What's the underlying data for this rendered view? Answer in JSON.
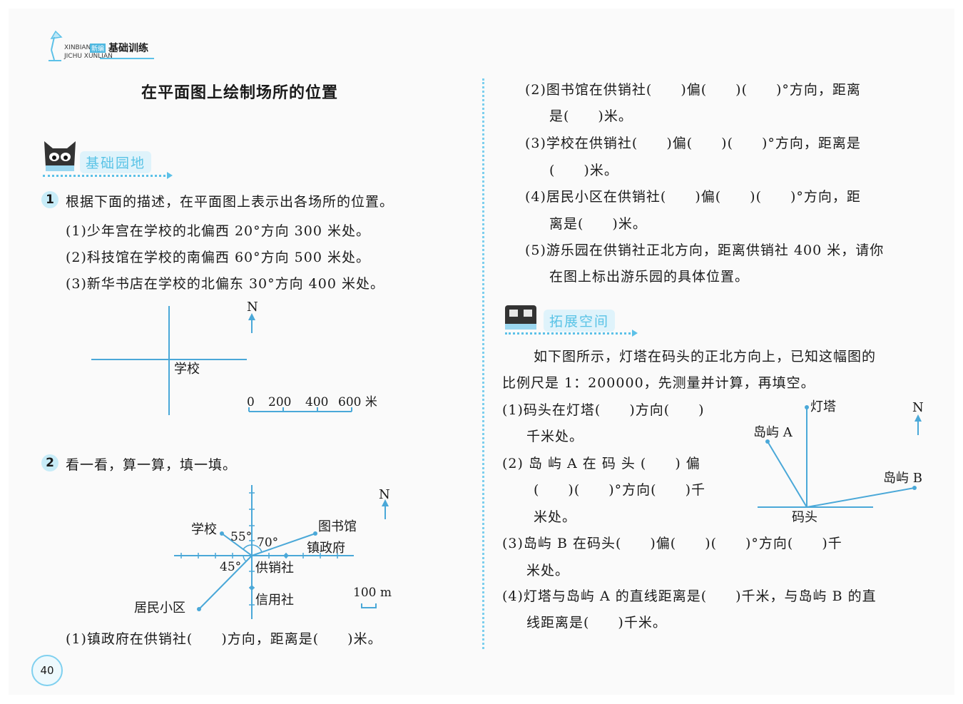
{
  "header": {
    "brand_pinyin_top": "XINBIAN",
    "brand_tag": "新编",
    "brand_title": "基础训练",
    "brand_pinyin_bottom": "JICHU XUNLIAN"
  },
  "page_title": "在平面图上绘制场所的位置",
  "section1_label": "基础园地",
  "q1": {
    "num": "1",
    "text": "根据下面的描述，在平面图上表示出各场所的位置。",
    "items": [
      "(1)少年宫在学校的北偏西 20°方向 300 米处。",
      "(2)科技馆在学校的南偏西 60°方向 500 米处。",
      "(3)新华书店在学校的北偏东 30°方向 400 米处。"
    ],
    "map": {
      "north": "N",
      "center_label": "学校",
      "scale_labels": [
        "0",
        "200",
        "400",
        "600 米"
      ]
    }
  },
  "q2": {
    "num": "2",
    "text": "看一看，算一算，填一填。",
    "map": {
      "north": "N",
      "labels": {
        "school": "学校",
        "library": "图书馆",
        "town_gov": "镇政府",
        "coop": "供销社",
        "credit": "信用社",
        "residential": "居民小区",
        "angle_55": "55°",
        "angle_70": "70°",
        "angle_45": "45°",
        "scale": "100 m"
      }
    },
    "item1": "(1)镇政府在供销社(　　)方向，距离是(　　)米。"
  },
  "right": {
    "q2_items": [
      "(2)图书馆在供销社(　　)偏(　　)(　　)°方向，距离",
      "是(　　)米。",
      "(3)学校在供销社(　　)偏(　　)(　　)°方向，距离是",
      "(　　)米。",
      "(4)居民小区在供销社(　　)偏(　　)(　　)°方向，距",
      "离是(　　)米。",
      "(5)游乐园在供销社正北方向，距离供销社 400 米，请你",
      "在图上标出游乐园的具体位置。"
    ],
    "section2_label": "拓展空间",
    "ext_intro": [
      "如下图所示，灯塔在码头的正北方向上，已知这幅图的",
      "比例尺是 1：200000，先测量并计算，再填空。"
    ],
    "ext_items": [
      "(1)码头在灯塔(　　)方向(　　)",
      "千米处。",
      "(2) 岛 屿 A 在 码 头 (　　) 偏",
      "(　　)(　　)°方向(　　)千",
      "米处。",
      "(3)岛屿 B 在码头(　　)偏(　　)(　　)°方向(　　)千",
      "米处。",
      "(4)灯塔与岛屿 A 的直线距离是(　　)千米，与岛屿 B 的直",
      "线距离是(　　)千米。"
    ],
    "ext_map": {
      "north": "N",
      "lighthouse": "灯塔",
      "island_a": "岛屿 A",
      "island_b": "岛屿 B",
      "dock": "码头"
    }
  },
  "page_number": "40",
  "colors": {
    "accent": "#5cc1e8",
    "line": "#4aa8d8"
  }
}
